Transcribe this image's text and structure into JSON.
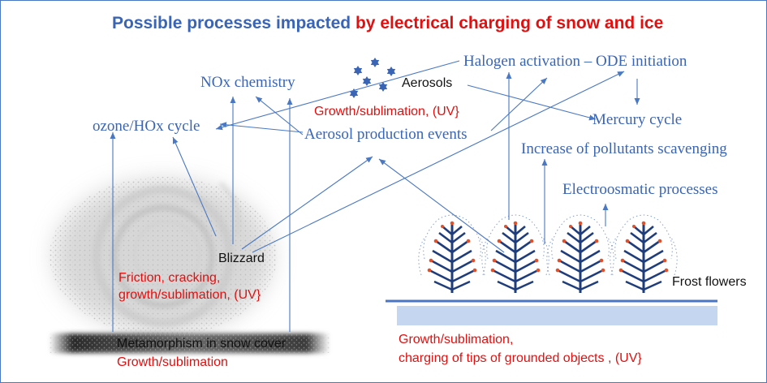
{
  "title": {
    "part1": "Possible processes impacted",
    "part2": "by electrical charging of snow and ice",
    "color1": "#3a64b4",
    "color2": "#e01010"
  },
  "processes": {
    "halogen": "Halogen activation – ODE initiation",
    "nox": "NOx chemistry",
    "ozone": "ozone/HOx cycle",
    "aerosol_events": "Aerosol production events",
    "mercury": "Mercury cycle",
    "pollutants": "Increase of pollutants scavenging",
    "electroosmatic": "Electroosmatic processes"
  },
  "sources": {
    "aerosols": "Aerosols",
    "aerosols_note": "Growth/sublimation, (UV}",
    "blizzard": "Blizzard",
    "blizzard_note_1": "Friction, cracking,",
    "blizzard_note_2": "growth/sublimation, (UV}",
    "snow_cover": "Metamorphism in snow cover",
    "snow_cover_note": "Growth/sublimation",
    "frost_flowers": "Frost flowers",
    "frost_note_1": "Growth/sublimation,",
    "frost_note_2": "charging of tips of grounded objects , (UV}"
  },
  "colors": {
    "process_text": "#3a64b4",
    "note_text": "#e01010",
    "arrow": "#4a78c2",
    "ice_band": "#c4d6f0",
    "ice_line": "#4a74c4"
  },
  "icons": {
    "aerosol_particles": "blue-star-particles",
    "blizzard": "snow-swirl",
    "frost_flower": "frost-crystal-branch",
    "snow_layer": "snow-strip"
  }
}
